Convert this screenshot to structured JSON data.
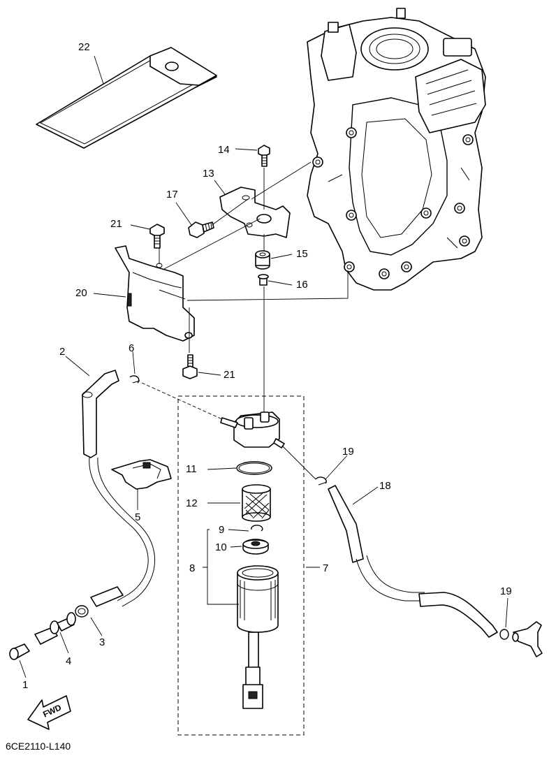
{
  "diagram": {
    "code": "6CE2110-L140",
    "forward_label": "FWD",
    "callouts": [
      {
        "id": "1",
        "text": "1"
      },
      {
        "id": "2",
        "text": "2"
      },
      {
        "id": "3",
        "text": "3"
      },
      {
        "id": "4",
        "text": "4"
      },
      {
        "id": "5",
        "text": "5"
      },
      {
        "id": "6",
        "text": "6"
      },
      {
        "id": "7",
        "text": "7"
      },
      {
        "id": "8",
        "text": "8"
      },
      {
        "id": "9",
        "text": "9"
      },
      {
        "id": "10",
        "text": "10"
      },
      {
        "id": "11",
        "text": "11"
      },
      {
        "id": "12",
        "text": "12"
      },
      {
        "id": "13",
        "text": "13"
      },
      {
        "id": "14",
        "text": "14"
      },
      {
        "id": "15",
        "text": "15"
      },
      {
        "id": "16",
        "text": "16"
      },
      {
        "id": "17",
        "text": "17"
      },
      {
        "id": "18",
        "text": "18"
      },
      {
        "id": "19a",
        "text": "19"
      },
      {
        "id": "19b",
        "text": "19"
      },
      {
        "id": "20",
        "text": "20"
      },
      {
        "id": "21a",
        "text": "21"
      },
      {
        "id": "21b",
        "text": "21"
      },
      {
        "id": "22",
        "text": "22"
      }
    ]
  }
}
